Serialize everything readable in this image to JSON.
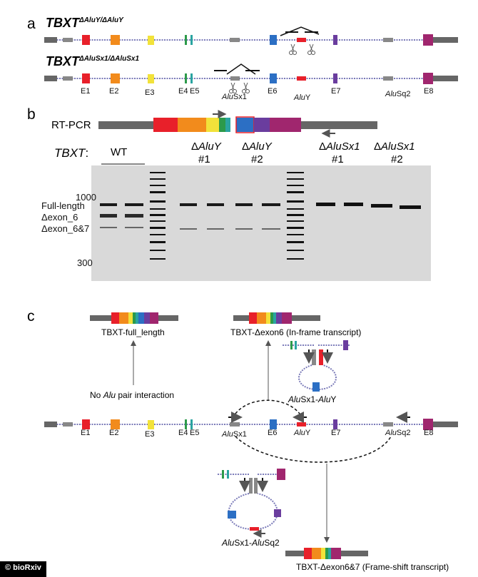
{
  "panel_labels": {
    "a": "a",
    "b": "b",
    "c": "c"
  },
  "colors": {
    "exon1": "#e8202a",
    "exon2": "#f28b1c",
    "exon3": "#f2e23a",
    "exon4": "#2c9a4a",
    "exon5": "#2aa4a0",
    "exon6": "#2c6fc4",
    "exon7": "#6a3d9e",
    "exon8": "#a0266e",
    "alu": "#888888",
    "utr": "#666666",
    "intron": "#7a7ab8",
    "gel_bg": "#d9d9d9",
    "band": "#1a1a1a"
  },
  "panel_a": {
    "row1": {
      "gene": "TBXT",
      "genotype": "ΔAluY/ΔAluY"
    },
    "row2": {
      "gene": "TBXT",
      "genotype": "ΔAluSx1/ΔAluSx1"
    },
    "labels": {
      "e1": "E1",
      "e2": "E2",
      "e3": "E3",
      "e4": "E4",
      "e5": "E5",
      "alusx1_italic": "Alu",
      "alusx1_rest": "Sx1",
      "e6": "E6",
      "aluy_italic": "Alu",
      "aluy_rest": "Y",
      "e7": "E7",
      "alusq2_italic": "Alu",
      "alusq2_rest": "Sq2",
      "e8": "E8"
    },
    "scissors_icon": "scissors-icon"
  },
  "panel_b": {
    "rtpcr_label": "RT-PCR",
    "tbxt_label": "TBXT",
    "tbxt_colon": ":",
    "wt_label": "WT",
    "group1": {
      "delta": "Δ",
      "name": "AluY",
      "clone1": "#1",
      "clone2": "#2"
    },
    "group2": {
      "delta": "Δ",
      "name": "AluSx1",
      "clone1": "#1",
      "clone2": "#2"
    },
    "band_labels": {
      "full": "Full-length",
      "ex6": "Δexon_6",
      "ex67": "Δexon_6&7"
    },
    "ladder_labels": {
      "top": "1000",
      "bottom": "300"
    }
  },
  "panel_c": {
    "full_length_label": "TBXT-full_length",
    "dex6_label": "TBXT-Δexon6 (In-frame transcript)",
    "no_alu_label_pre": "No ",
    "no_alu_label_italic": "Alu",
    "no_alu_label_post": " pair interaction",
    "loop1": {
      "a_italic": "Alu",
      "a_rest": "Sx1-",
      "b_italic": "Alu",
      "b_rest": "Y"
    },
    "loop2": {
      "a_italic": "Alu",
      "a_rest": "Sx1-",
      "b_italic": "Alu",
      "b_rest": "Sq2"
    },
    "dex67_label": "TBXT-Δexon6&7 (Frame-shift transcript)"
  },
  "footer": {
    "credit": "© bioRxiv"
  }
}
